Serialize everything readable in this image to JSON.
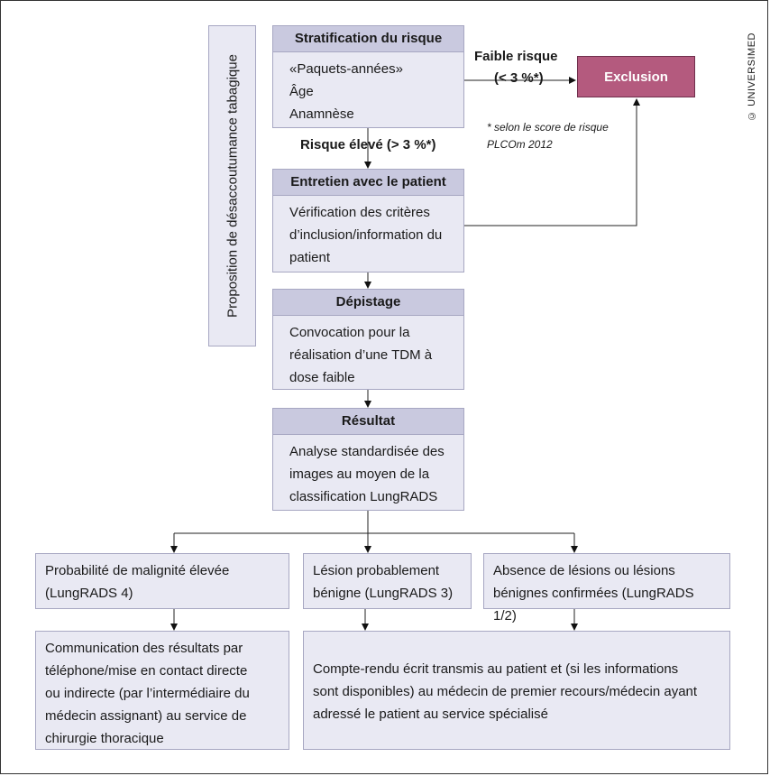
{
  "side_label": "Proposition de désaccoutumance tabagique",
  "copyright": "© UNIVERSIMED",
  "stratification": {
    "title": "Stratification du risque",
    "lines": [
      "«Paquets-années»",
      "Âge",
      "Anamnèse"
    ]
  },
  "low_risk": {
    "line1": "Faible risque",
    "line2": "(< 3 %*)"
  },
  "exclusion": "Exclusion",
  "footnote": {
    "line1": "* selon le score de risque",
    "line2": "PLCOm 2012"
  },
  "high_risk": "Risque élevé (> 3 %*)",
  "entretien": {
    "title": "Entretien avec le patient",
    "lines": [
      "Vérification des critères",
      "d’inclusion/information du",
      "patient"
    ]
  },
  "depistage": {
    "title": "Dépistage",
    "lines": [
      "Convocation pour la",
      "réalisation d’une TDM à",
      "dose faible"
    ]
  },
  "resultat": {
    "title": "Résultat",
    "lines": [
      "Analyse standardisée des",
      "images au moyen de la",
      "classification LungRADS"
    ]
  },
  "outcomes": [
    {
      "lines": [
        "Probabilité de malignité élevée",
        "(LungRADS 4)"
      ]
    },
    {
      "lines": [
        "Lésion probablement",
        "bénigne (LungRADS 3)"
      ]
    },
    {
      "lines": [
        "Absence de lésions ou lésions",
        "bénignes confirmées (LungRADS 1/2)"
      ]
    }
  ],
  "communication": {
    "lines": [
      "Communication des résultats par",
      "téléphone/mise en contact directe",
      "ou indirecte (par l’intermédiaire du",
      "médecin assignant) au service de",
      "chirurgie thoracique"
    ]
  },
  "compte_rendu": {
    "lines": [
      "Compte-rendu écrit transmis au patient et (si les informations",
      "sont disponibles) au médecin de premier recours/médecin ayant",
      "adressé le patient au service spécialisé"
    ]
  }
}
